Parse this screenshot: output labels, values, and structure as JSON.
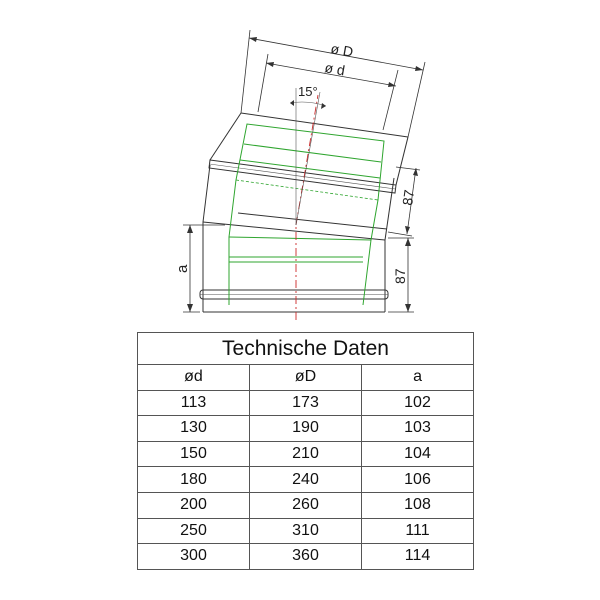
{
  "drawing": {
    "label_outer_diameter": "ø D",
    "label_inner_diameter": "ø d",
    "label_angle": "15°",
    "label_height_upper": "87",
    "label_height_lower": "87",
    "label_a": "a"
  },
  "table": {
    "title": "Technische Daten",
    "headers": [
      "ød",
      "øD",
      "a"
    ],
    "rows": [
      [
        "113",
        "173",
        "102"
      ],
      [
        "130",
        "190",
        "103"
      ],
      [
        "150",
        "210",
        "104"
      ],
      [
        "180",
        "240",
        "106"
      ],
      [
        "200",
        "260",
        "108"
      ],
      [
        "250",
        "310",
        "111"
      ],
      [
        "300",
        "360",
        "114"
      ]
    ]
  }
}
